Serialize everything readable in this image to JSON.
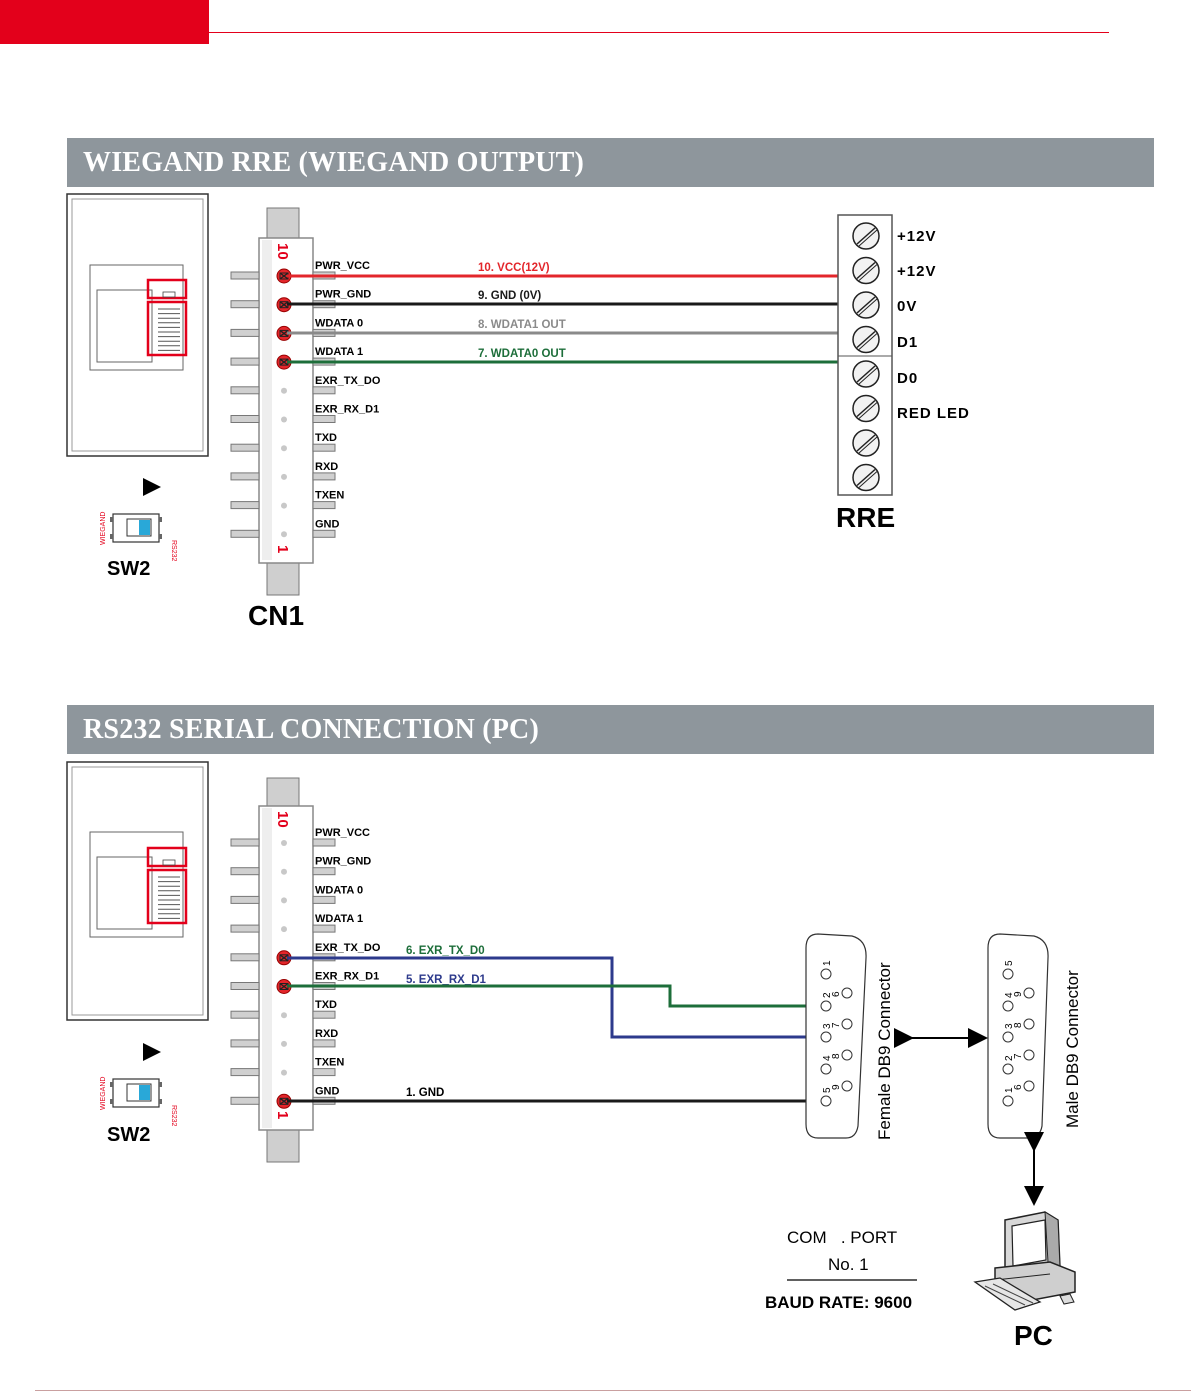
{
  "sections": {
    "wiegand_title": "WIEGAND RRE (WIEGAND OUTPUT)",
    "rs232_title": "RS232 SERIAL CONNECTION (PC)"
  },
  "connector": {
    "name": "CN1",
    "pin_top": "10",
    "pin_bottom": "1",
    "pins": [
      "PWR_VCC",
      "PWR_GND",
      "WDATA 0",
      "WDATA 1",
      "EXR_TX_DO",
      "EXR_RX_D1",
      "TXD",
      "RXD",
      "TXEN",
      "GND"
    ]
  },
  "switch": {
    "name": "SW2",
    "left_label": "WIEGAND",
    "right_label": "RS232"
  },
  "wiegand": {
    "wires": [
      {
        "label": "10. VCC(12V)",
        "color": "#e3262b"
      },
      {
        "label": "9. GND (0V)",
        "color": "#1a1a1a"
      },
      {
        "label": "8. WDATA1 OUT",
        "color": "#8a8a8a"
      },
      {
        "label": "7. WDATA0 OUT",
        "color": "#1d6e3a"
      }
    ],
    "terminal_name": "RRE",
    "terminal_labels": [
      "+12V",
      "+12V",
      "0V",
      "D1",
      "D0",
      "RED LED"
    ]
  },
  "rs232": {
    "wires": [
      {
        "label": "6. EXR_TX_D0",
        "color": "#2d3a8c",
        "label_color": "#1d6e3a"
      },
      {
        "label": "5. EXR_RX_D1",
        "color": "#1d6e3a",
        "label_color": "#2d3a8c"
      },
      {
        "label": "1. GND",
        "color": "#1a1a1a",
        "label_color": "#000000"
      }
    ],
    "female_label": "Female DB9 Connector",
    "male_label": "Male DB9 Connector",
    "com_line1": "COM   . PORT",
    "com_line2": "No. 1",
    "baud": "BAUD RATE: 9600",
    "pc_label": "PC"
  }
}
